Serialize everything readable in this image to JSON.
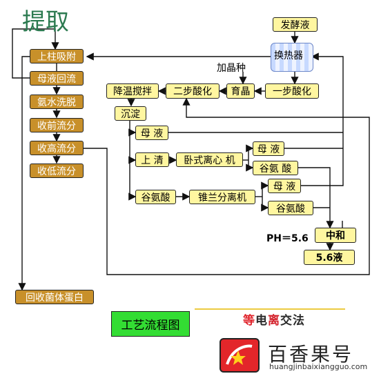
{
  "title": "提取",
  "left_column": [
    "上柱吸附",
    "母液回流",
    "氨水洗脱",
    "收前流分",
    "收高流分",
    "收低流分"
  ],
  "recover": "回收菌体蛋白",
  "top_input": "发酵液",
  "exchanger": "换热器",
  "seed_label": "加晶种",
  "process_row": [
    "降温搅拌",
    "二步酸化",
    "育晶",
    "一步酸化"
  ],
  "settle": "沉淀",
  "mother_1": "母 液",
  "supernatant": "上 清",
  "centrifuge_1": "卧式离心 机",
  "mother_2": "母 液",
  "glutamic_1": "谷氨 酸",
  "glutamic_2": "谷氨酸",
  "centrifuge_2": "锥兰分离机",
  "mother_3": "母 液",
  "glutamic_3": "谷氨酸",
  "ph_label": "PH＝5.6",
  "neutralize": "中和",
  "product": "5.6液",
  "diagram_label": "工艺流程图",
  "brand": {
    "slogan": "等电离交法",
    "name": "百香果号",
    "url": "huangjinbaixiangguo.com",
    "slogan_colors": [
      "#e0242c",
      "#2b2b2b",
      "#d3202a",
      "#2b2b2b",
      "#2b2b2b"
    ]
  }
}
